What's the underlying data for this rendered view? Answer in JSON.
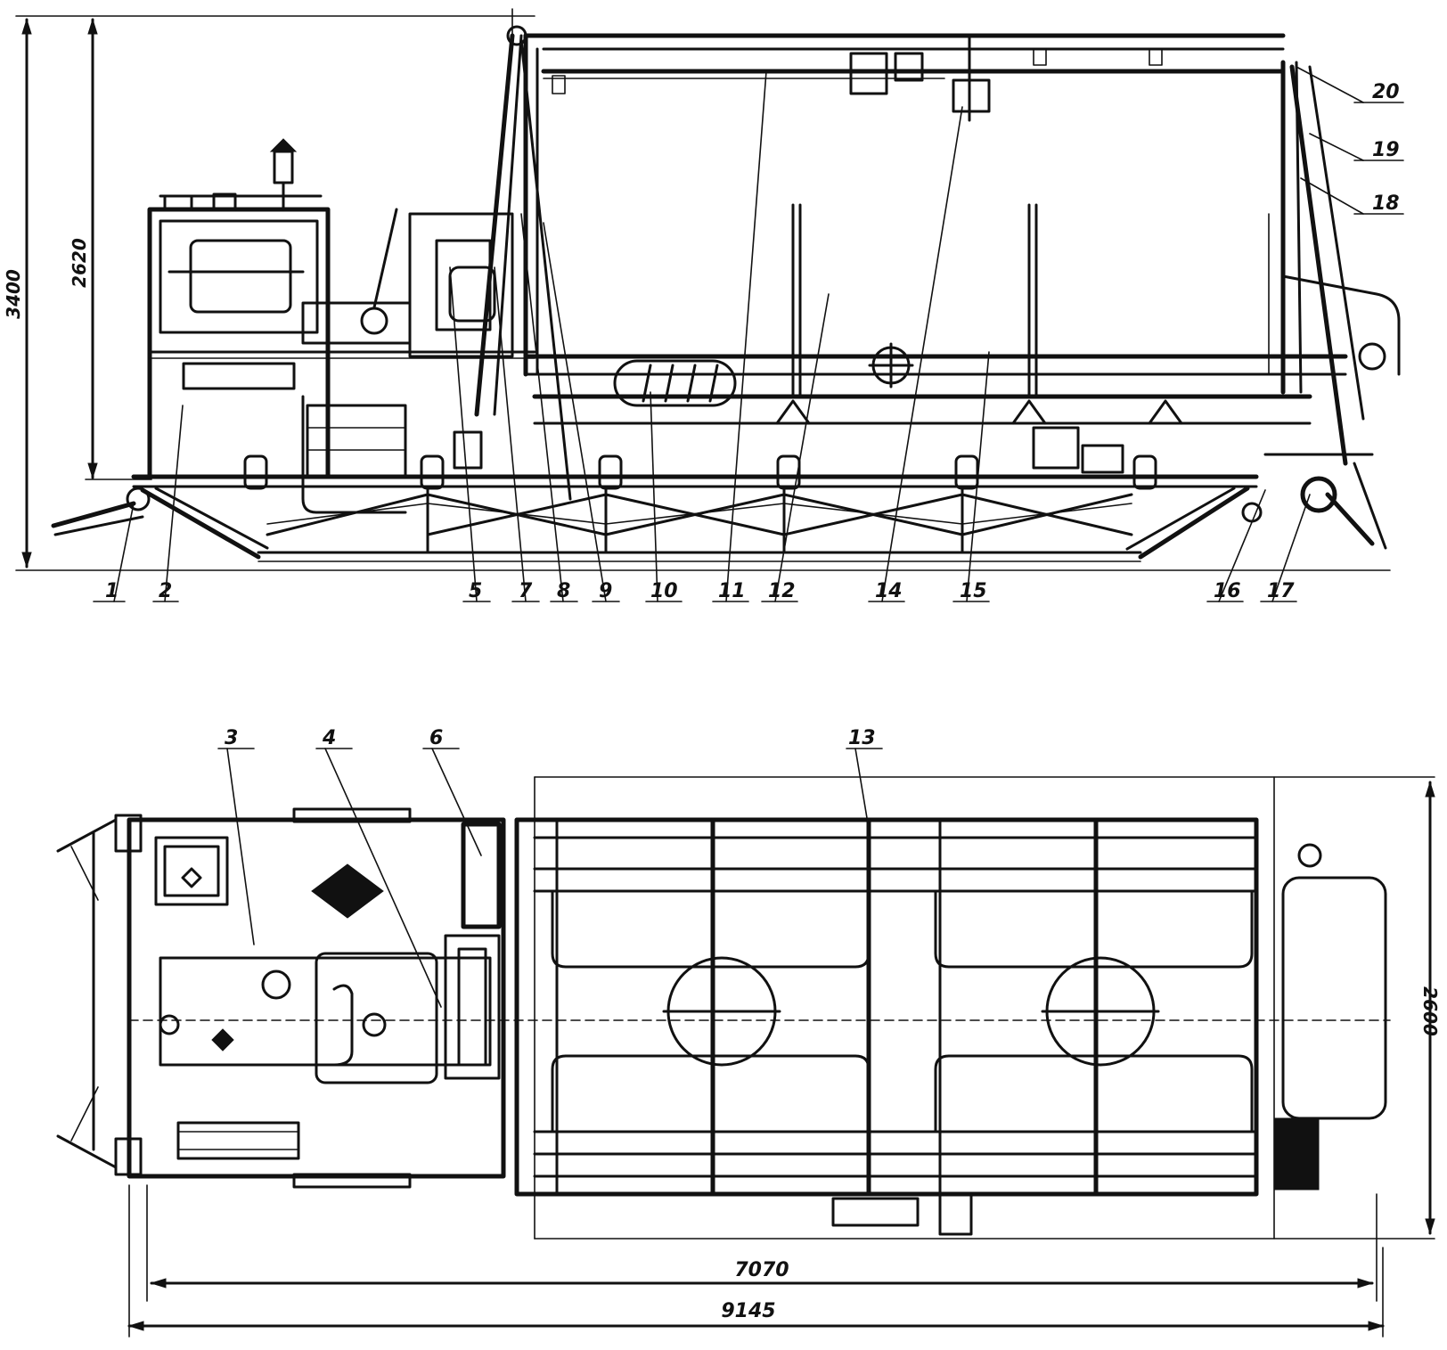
{
  "side_view": {
    "callouts": [
      "1",
      "2",
      "5",
      "7",
      "8",
      "9",
      "10",
      "11",
      "12",
      "14",
      "15",
      "16",
      "17",
      "18",
      "19",
      "20"
    ],
    "dimensions": {
      "overall_height": "3400",
      "body_height": "2620"
    }
  },
  "plan_view": {
    "callouts": [
      "3",
      "4",
      "6",
      "13"
    ],
    "dimensions": {
      "body_length": "7070",
      "overall_length": "9145",
      "width": "2600"
    }
  },
  "colors": {
    "ink": "#111111",
    "paper": "#ffffff"
  }
}
